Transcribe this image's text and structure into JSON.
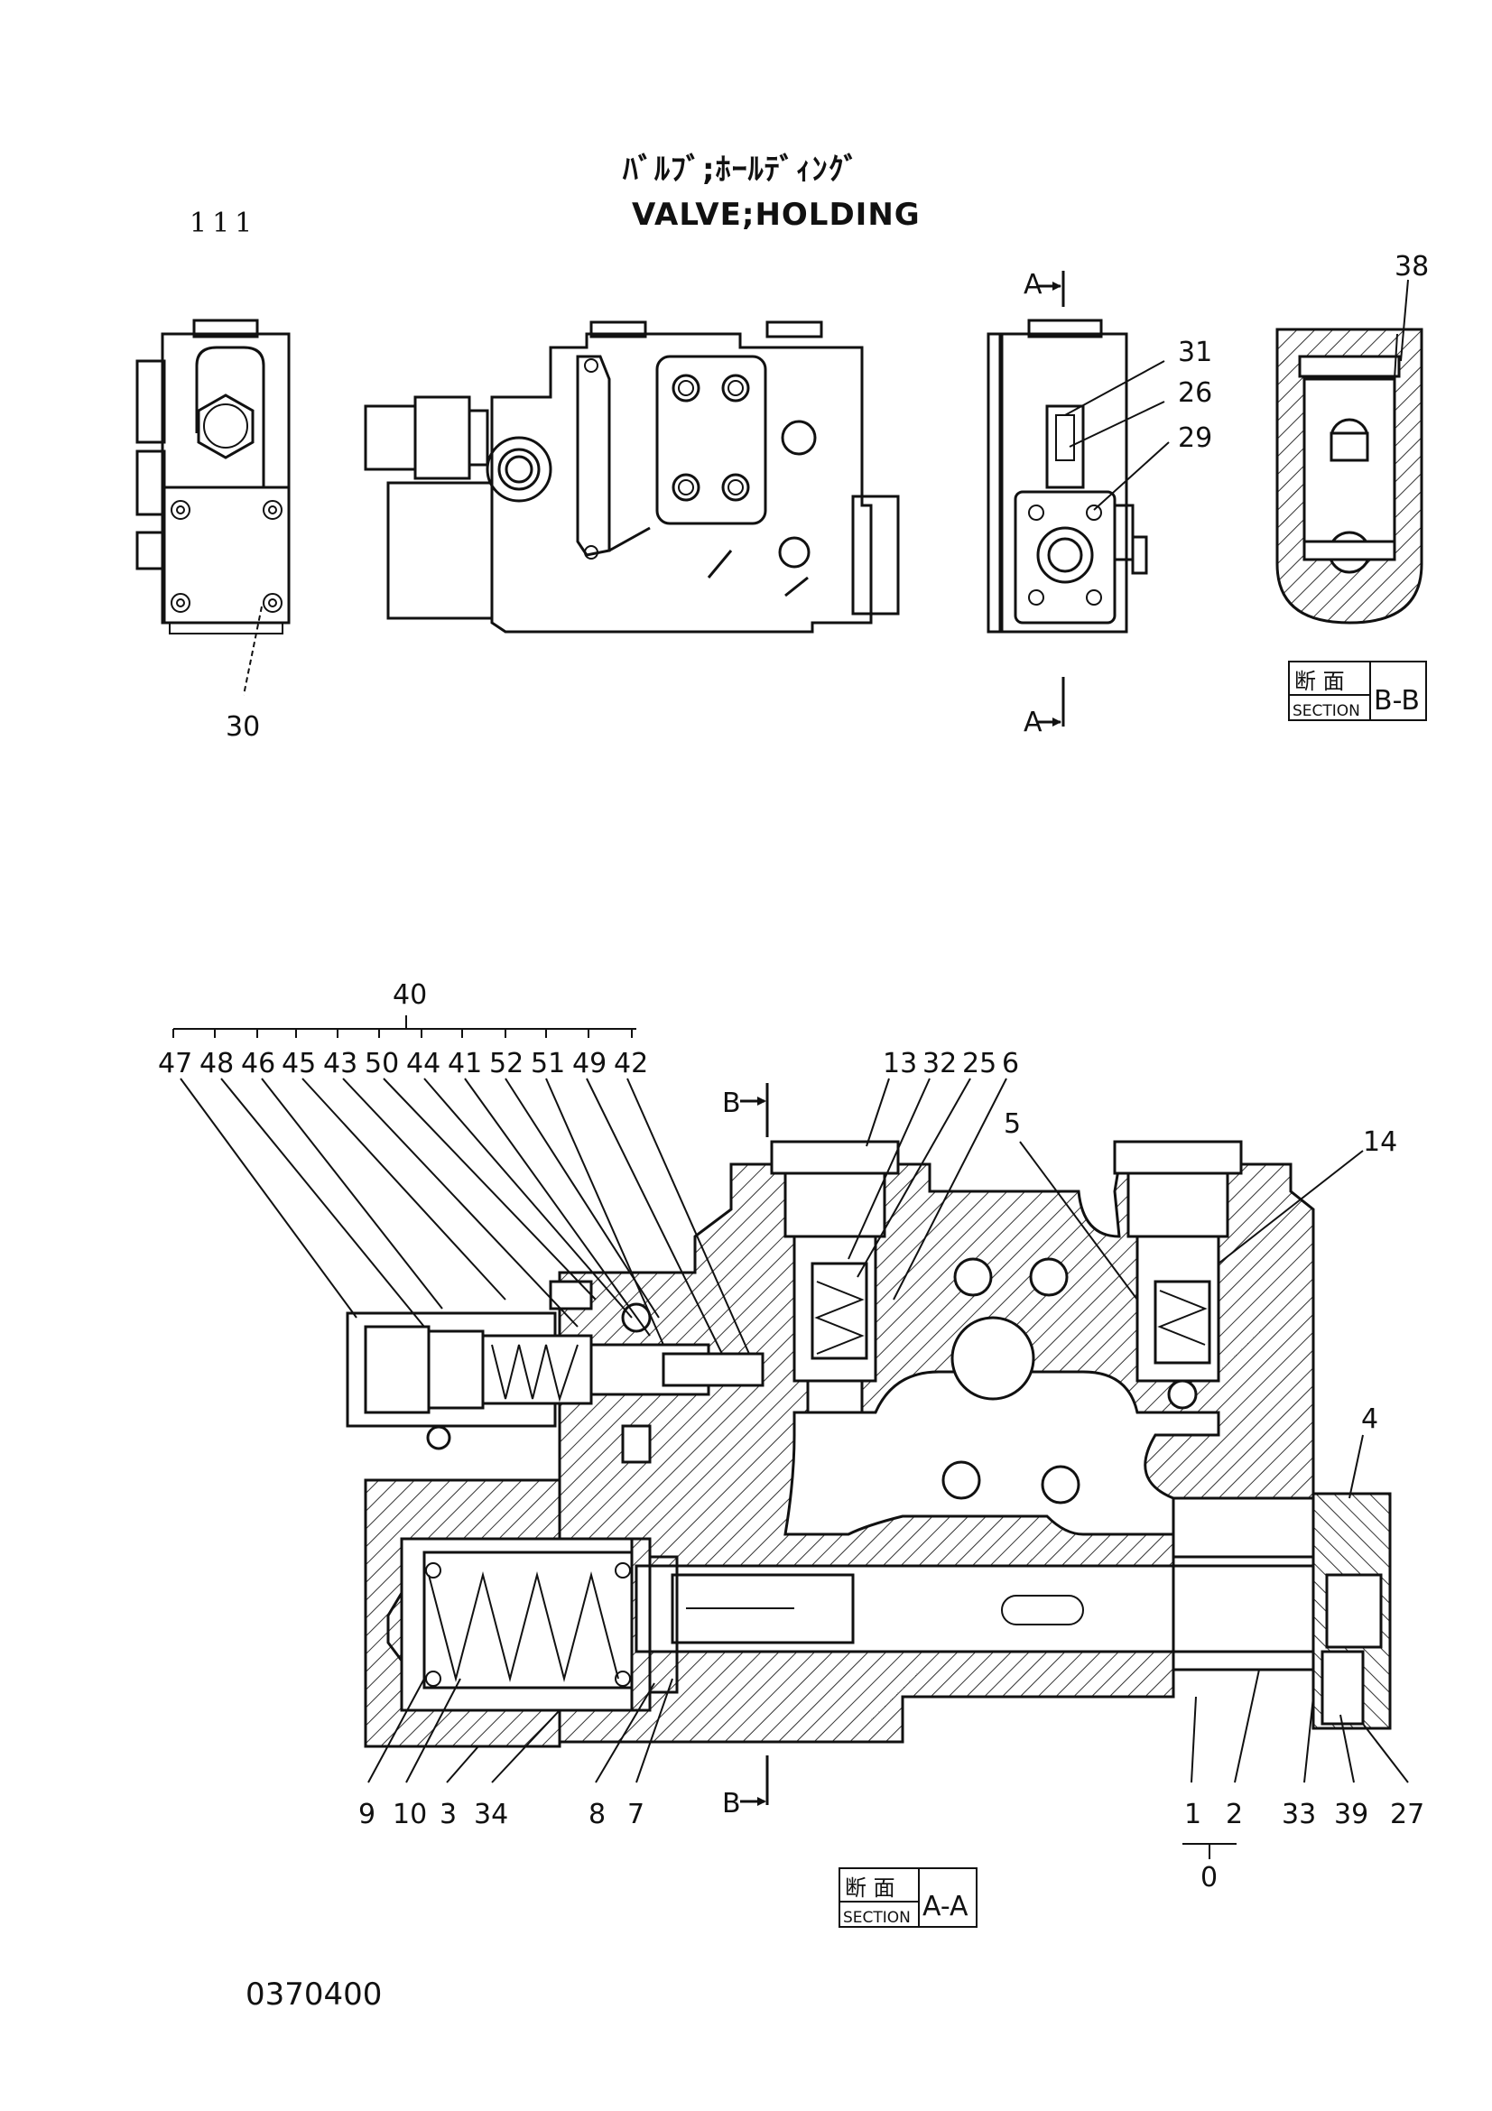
{
  "header": {
    "page_number": "111",
    "title_jp": "ﾊﾞﾙﾌﾞ;ﾎｰﾙﾃﾞｨﾝｸﾞ",
    "title_en": "VALVE;HOLDING"
  },
  "top_views": {
    "left_view_label": "30",
    "side_view_labels": [
      "31",
      "26",
      "29"
    ],
    "section_a_marker": "A",
    "section_b_label": "38"
  },
  "section_bb": {
    "jp": "断 面",
    "en": "SECTION",
    "id": "B-B"
  },
  "section_aa": {
    "jp": "断 面",
    "en": "SECTION",
    "id": "A-A",
    "group_label": "40",
    "group_parts": [
      "47",
      "48",
      "46",
      "45",
      "43",
      "50",
      "44",
      "41",
      "52",
      "51",
      "49",
      "42"
    ],
    "top_parts": [
      "13",
      "32",
      "25",
      "6"
    ],
    "right_parts": [
      "5",
      "14",
      "4"
    ],
    "bottom_left_parts": [
      "9",
      "10",
      "3",
      "34",
      "8",
      "7"
    ],
    "bottom_right_parts": [
      "1",
      "2",
      "33",
      "39",
      "27"
    ],
    "sub_label": "0",
    "section_b_marker": "B"
  },
  "footer": {
    "drawing_number": "0370400"
  }
}
